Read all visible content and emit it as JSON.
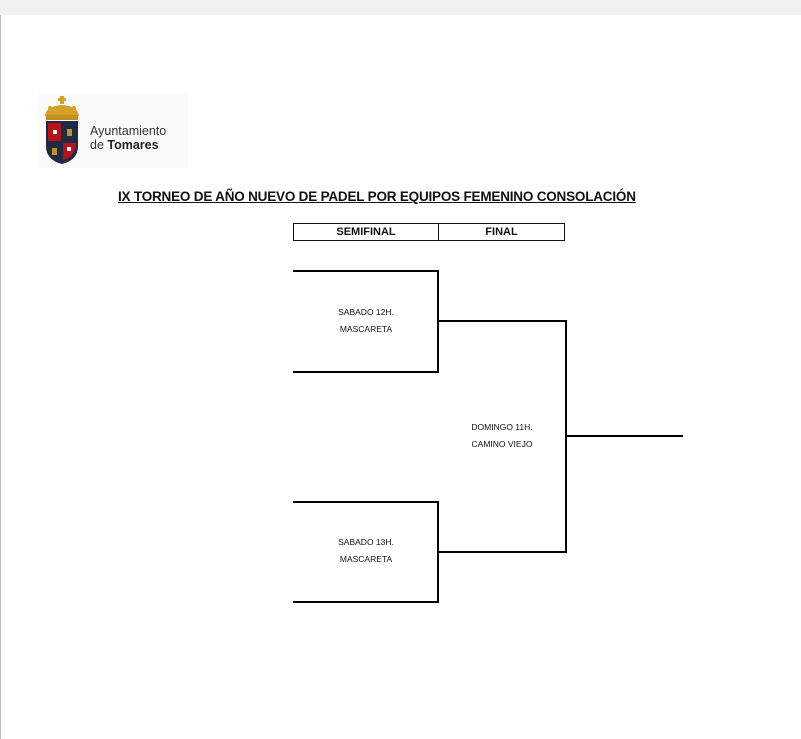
{
  "header": {
    "logo": {
      "org_line1": "Ayuntamiento",
      "org_line2_prefix": "de ",
      "org_line2_name": "Tomares",
      "colors": {
        "crown": "#d6a12b",
        "shield_red": "#b5121b",
        "shield_dark": "#1f2a44"
      }
    }
  },
  "document": {
    "title": "IX TORNEO DE AÑO NUEVO DE PADEL POR EQUIPOS FEMENINO CONSOLACIÓN",
    "rounds": [
      "SEMIFINAL",
      "FINAL"
    ],
    "matches": [
      {
        "day": "SABADO 12H.",
        "venue": "MASCARETA"
      },
      {
        "day": "SABADO 13H.",
        "venue": "MASCARETA"
      },
      {
        "day": "DOMINGO 11H.",
        "venue": "CAMINO VIEJO"
      }
    ]
  }
}
